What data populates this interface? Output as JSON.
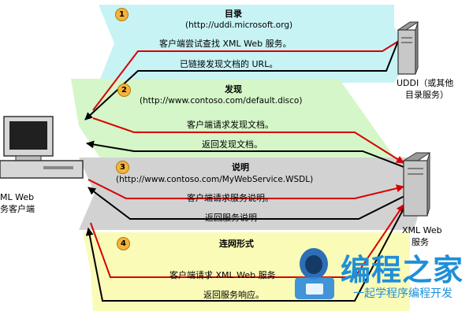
{
  "client_label": [
    "ML Web",
    "务客户端"
  ],
  "uddi_label": [
    "UDDI（或其他",
    "目录服务）"
  ],
  "service_label": [
    "XML Web",
    "服务"
  ],
  "steps": [
    {
      "number": "1",
      "title": "目录",
      "url": "(http://uddi.microsoft.org)",
      "request": "客户端尝试查找 XML Web 服务。",
      "response": "已链接发现文档的 URL。",
      "band_color": "#c7f3f5"
    },
    {
      "number": "2",
      "title": "发现",
      "url": "(http://www.contoso.com/default.disco)",
      "request": "客户端请求发现文档。",
      "response": "返回发现文档。",
      "band_color": "#d5f6c8"
    },
    {
      "number": "3",
      "title": "说明",
      "url": "(http://www.contoso.com/MyWebService.WSDL)",
      "request": "客户端请求服务说明。",
      "response": "返回服务说明",
      "band_color": "#d2d2d2"
    },
    {
      "number": "4",
      "title": "连网形式",
      "url": "",
      "request": "客户端请求 XML Web 服务",
      "response": "返回服务响应。",
      "band_color": "#fafbb7"
    }
  ],
  "watermark": {
    "title": "编程之家",
    "subtitle": "一起学程序编程开发"
  },
  "colors": {
    "request_arrow": "#d80000",
    "response_arrow": "#000000",
    "watermark": "#1f8fd8"
  }
}
